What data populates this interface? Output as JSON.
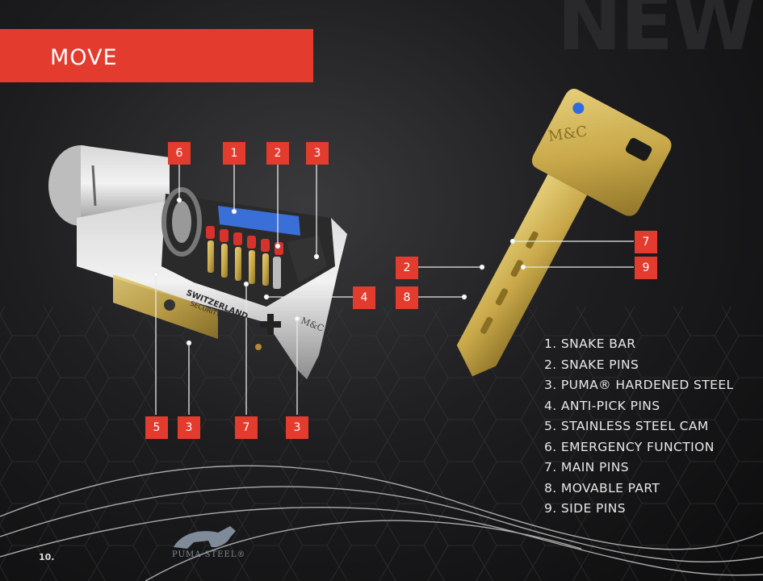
{
  "header": {
    "title": "MOVE",
    "watermark": "NEW"
  },
  "colors": {
    "accent": "#e33b2e",
    "background": "#1e1e20",
    "brass": "#c9a94a",
    "text": "#e8e8e8"
  },
  "cylinder": {
    "engraving_line1": "SWITZERLAND",
    "engraving_line2": "SECURITY-TECH",
    "brand_mark": "M&C"
  },
  "key": {
    "brand_mark": "M&C"
  },
  "callouts": {
    "c6": "6",
    "c1": "1",
    "c2_top": "2",
    "c3_top": "3",
    "c4": "4",
    "c5": "5",
    "c3_bottom_left": "3",
    "c7_bottom": "7",
    "c3_bottom_right": "3",
    "c2_key": "2",
    "c8_key": "8",
    "c7_key": "7",
    "c9_key": "9"
  },
  "legend": [
    "1.  SNAKE BAR",
    "2.  SNAKE PINS",
    "3.  PUMA® HARDENED STEEL",
    "4.  ANTI-PICK PINS",
    "5.  STAINLESS STEEL CAM",
    "6.  EMERGENCY FUNCTION",
    "7.  MAIN PINS",
    "8.  MOVABLE PART",
    "9.  SIDE PINS"
  ],
  "footer": {
    "page_number": "10.",
    "logo_text": "PUMA STEEL®",
    "logo_icon": "puma-icon"
  }
}
